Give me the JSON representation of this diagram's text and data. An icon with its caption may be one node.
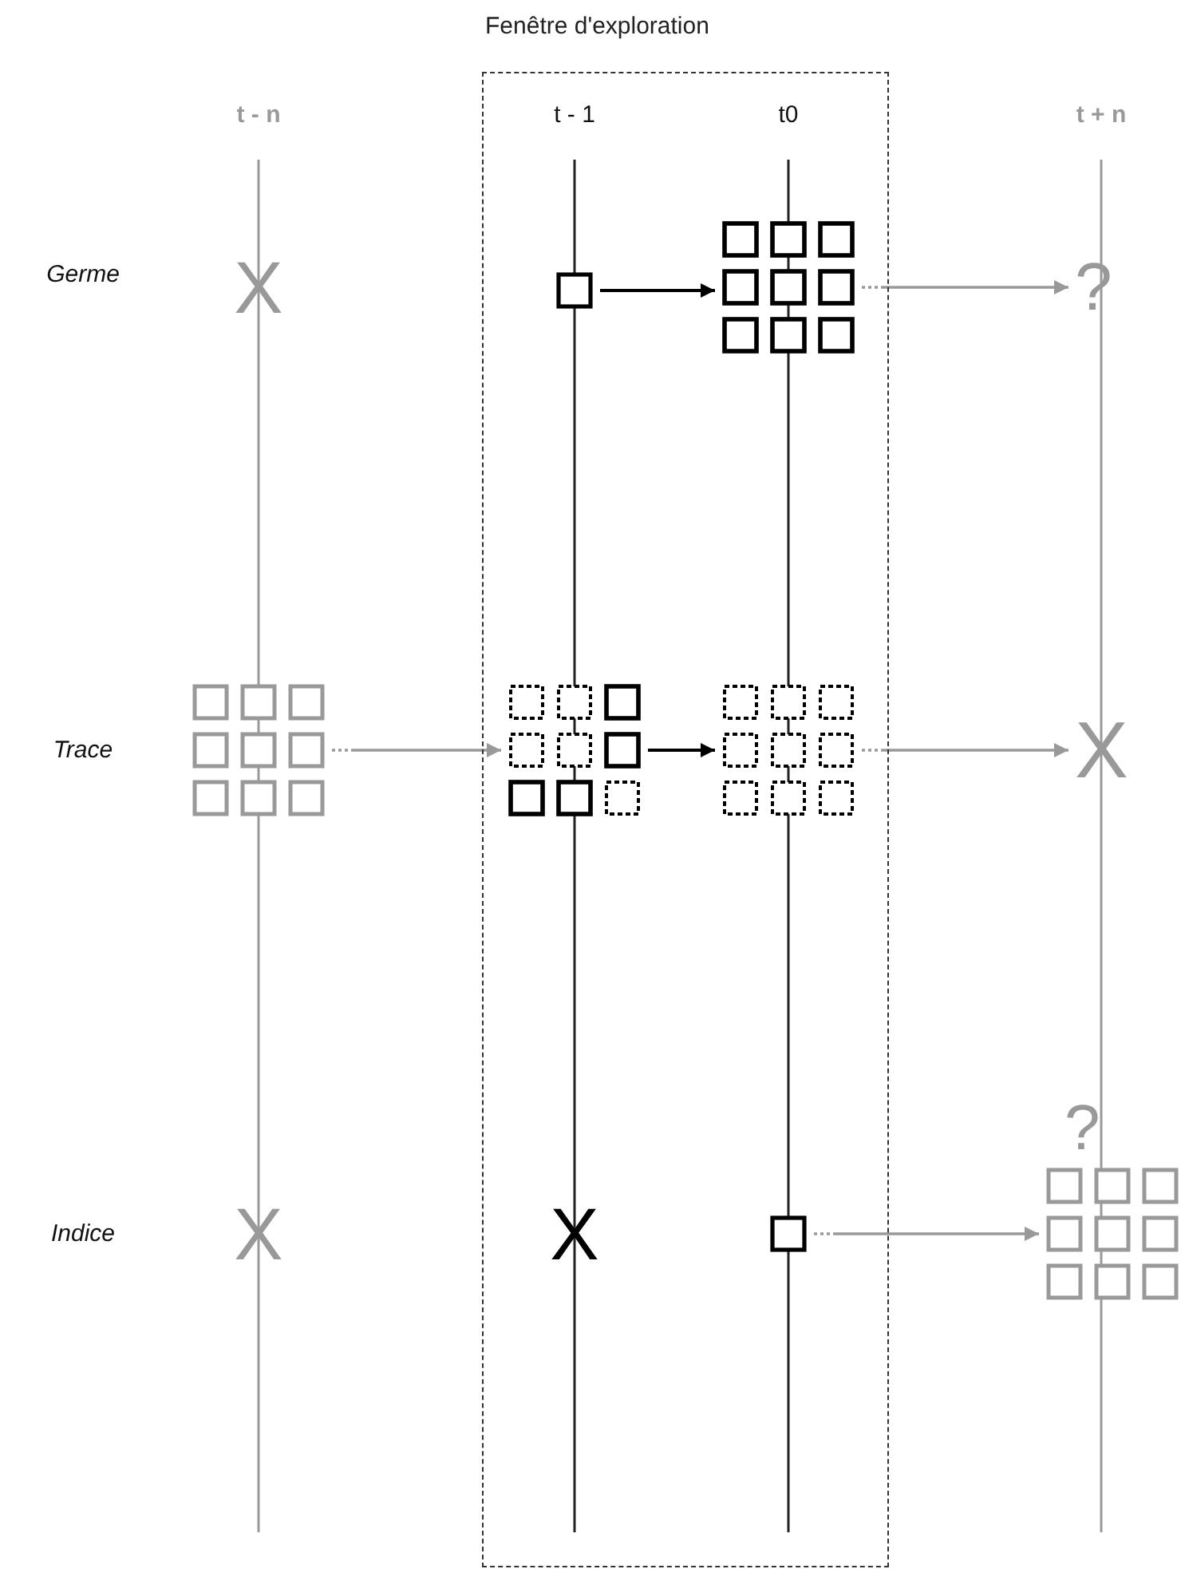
{
  "diagram": {
    "nodes": [
      {
        "text": [
          "Fenêtre d'exploration"
        ]
      },
      {
        "text": [],
        "shape": "box",
        "in": 0
      },
      {
        "text": [],
        "shape": "grid",
        "in": 0
      },
      {
        "text": [
          "?"
        ]
      },
      {
        "text": [],
        "shape": "grid"
      },
      {
        "text": [],
        "shape": "grid",
        "in": 0
      },
      {
        "text": [],
        "shape": "grid",
        "in": 0
      },
      {
        "text": [
          "X"
        ]
      },
      {
        "text": [],
        "shape": "box",
        "in": 0
      },
      {
        "text": [],
        "shape": "grid",
        "beside": [
          "?"
        ]
      }
    ],
    "edges": [
      {
        "from": 1,
        "to": 2,
        "arrow": "to",
        "color": "#000000"
      },
      {
        "from": 2,
        "to": 3,
        "arrow": "to",
        "style": "dashed"
      },
      {
        "from": 4,
        "to": 5,
        "arrow": "to",
        "style": "dashed"
      },
      {
        "from": 5,
        "to": 6,
        "arrow": "to",
        "color": "#000000"
      },
      {
        "from": 6,
        "to": 7,
        "arrow": "to",
        "style": "dashed"
      },
      {
        "from": 8,
        "to": 9,
        "arrow": "to",
        "style": "dashed"
      }
    ],
    "labels": [
      "t - n",
      "t - 1",
      "t0",
      "t + n",
      "Germe",
      "X",
      "Trace",
      "Indice",
      "X",
      "X"
    ]
  }
}
